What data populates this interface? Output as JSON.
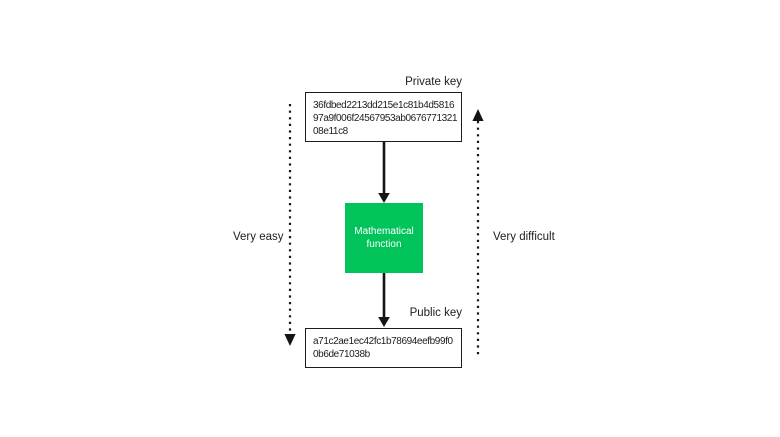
{
  "colors": {
    "background": "#ffffff",
    "text": "#1d1d1b",
    "arrow": "#151515",
    "function_box_fill": "#00c45a",
    "function_box_text": "#ffffff",
    "key_box_border": "#1d1d1b"
  },
  "diagram": {
    "private_key": {
      "label": "Private key",
      "value": "36fdbed2213dd215e1c81b4d5816\n97a9f006f24567953ab0676771321\n08e11c8"
    },
    "function": {
      "label": "Mathematical\nfunction"
    },
    "public_key": {
      "label": "Public key",
      "value": "a71c2ae1ec42fc1b78694eefb99f0\n0b6de71038b"
    },
    "annotations": {
      "left": {
        "label": "Very easy",
        "arrow_direction": "down"
      },
      "right": {
        "label": "Very difficult",
        "arrow_direction": "up"
      }
    }
  }
}
